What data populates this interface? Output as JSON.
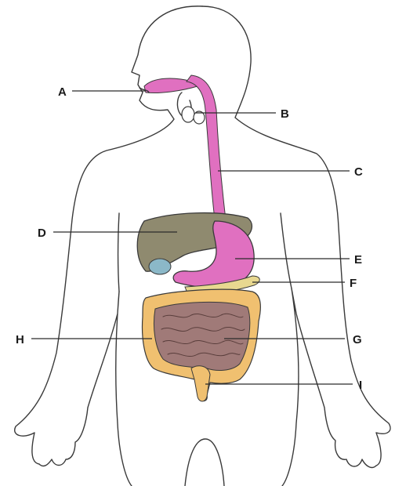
{
  "diagram": {
    "labels": [
      "A",
      "B",
      "C",
      "D",
      "E",
      "F",
      "G",
      "H",
      "I"
    ]
  },
  "colors": {
    "outline": "#3a3a3a",
    "mouth_esophagus_stomach": "#e070c0",
    "liver": "#8f8a6f",
    "gallbladder": "#8bb8c8",
    "pancreas": "#e8d890",
    "small_intestine": "#a07a78",
    "large_intestine": "#f0c070"
  }
}
